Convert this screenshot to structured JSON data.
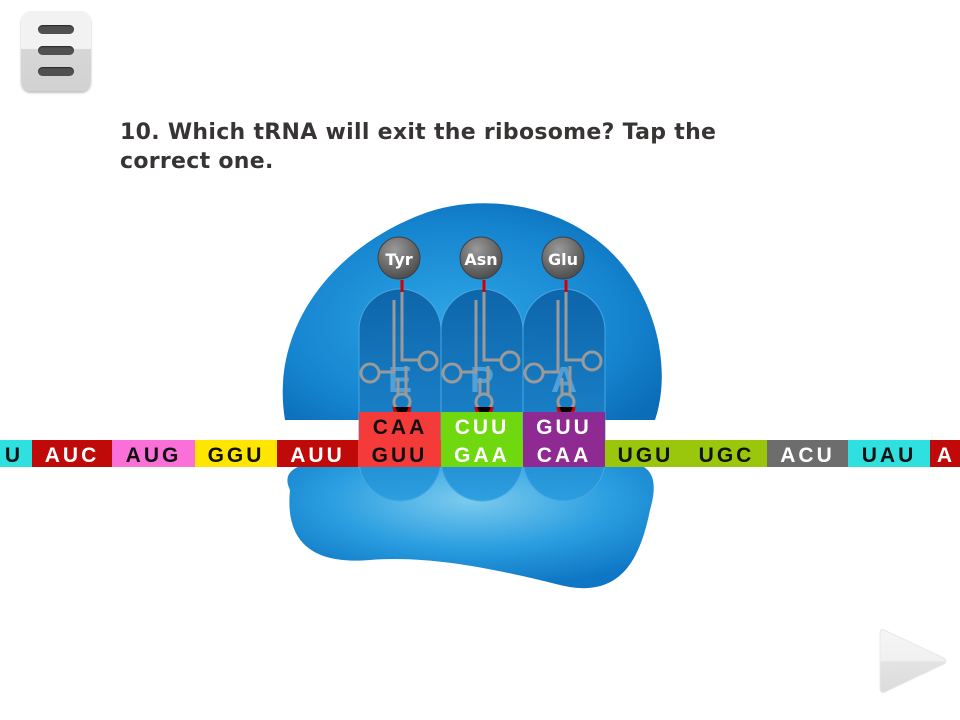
{
  "menu_button": {
    "icon": "hamburger-menu-icon"
  },
  "question": {
    "text": "10. Which tRNA will exit the ribosome? Tap the correct one."
  },
  "ribosome": {
    "sites": [
      {
        "site": "E",
        "amino_acid": "Tyr",
        "anticodon": "CAA",
        "codon": "GUU",
        "color": "#f53a3a",
        "text_color": "#111111"
      },
      {
        "site": "P",
        "amino_acid": "Asn",
        "anticodon": "CUU",
        "codon": "GAA",
        "color": "#6fd80e",
        "text_color": "#ffffff"
      },
      {
        "site": "A",
        "amino_acid": "Glu",
        "anticodon": "GUU",
        "codon": "CAA",
        "color": "#8e2a92",
        "text_color": "#ffffff"
      }
    ]
  },
  "mrna": {
    "codons": [
      {
        "text": "U",
        "color": "#2ee0e0",
        "text_color": "#111111"
      },
      {
        "text": "AUC",
        "color": "#c00a0a",
        "text_color": "#ffffff"
      },
      {
        "text": "AUG",
        "color": "#fb6fd9",
        "text_color": "#111111"
      },
      {
        "text": "GGU",
        "color": "#ffe600",
        "text_color": "#111111"
      },
      {
        "text": "AUU",
        "color": "#c00a0a",
        "text_color": "#ffffff"
      },
      {
        "text": "GUU",
        "color": "#f53a3a",
        "text_color": "#111111"
      },
      {
        "text": "GAA",
        "color": "#6fd80e",
        "text_color": "#ffffff"
      },
      {
        "text": "CAA",
        "color": "#8e2a92",
        "text_color": "#ffffff"
      },
      {
        "text": "UGU",
        "color": "#9ac60c",
        "text_color": "#111111"
      },
      {
        "text": "UGC",
        "color": "#9ac60c",
        "text_color": "#111111"
      },
      {
        "text": "ACU",
        "color": "#6d6d6d",
        "text_color": "#ffffff"
      },
      {
        "text": "UAU",
        "color": "#2ee0e0",
        "text_color": "#111111"
      },
      {
        "text": "A",
        "color": "#c00a0a",
        "text_color": "#ffffff"
      }
    ]
  },
  "next_button": {
    "icon": "play-next-icon"
  }
}
